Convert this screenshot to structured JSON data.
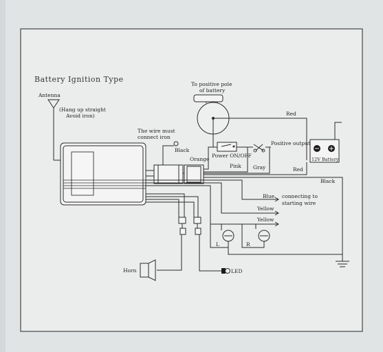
{
  "diagram": {
    "title": "Battery Ignition Type",
    "labels": {
      "antenna": "Antenna",
      "antenna_note_1": "(Hang up straight",
      "antenna_note_2": "Avoid iron)",
      "positive_pole_1": "To positive pole",
      "positive_pole_2": "of battery",
      "iron_note_1": "The wire must",
      "iron_note_2": "connect iron",
      "black_top": "Black",
      "orange": "Orange",
      "power_switch": "Power ON/OFF",
      "positive_output": "Positive output",
      "red_top": "Red",
      "battery": "12V Battery",
      "pink": "Pink",
      "gray": "Gray",
      "red_bottom": "Red",
      "black_right": "Black",
      "blue": "Blue",
      "starting_1": "connecting to",
      "starting_2": "starting wire",
      "yellow_1": "Yellow",
      "yellow_2": "Yellow",
      "lamp_left": "L",
      "lamp_right": "R",
      "horn": "Horn",
      "led": "LED"
    }
  }
}
